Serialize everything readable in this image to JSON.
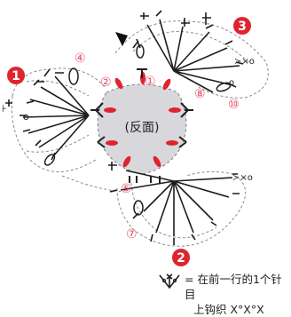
{
  "diagram": {
    "center_label": "(反面)",
    "center_label_parts": [
      "(",
      "反面",
      ")"
    ],
    "colors": {
      "marker_red": "#e0242f",
      "step_pink": "#e8506a",
      "stitch_ink": "#1e1e1e",
      "dash_gray": "#8a8a8a",
      "center_fill": "#d8d8dc"
    },
    "sections": [
      {
        "number": "1",
        "name": "section-1"
      },
      {
        "number": "2",
        "name": "section-2"
      },
      {
        "number": "3",
        "name": "section-3"
      }
    ],
    "steps": [
      "①",
      "②",
      "④",
      "⑤",
      "⑦",
      "⑧",
      "⑩"
    ],
    "stitch_symbol_x_o_x_o_x": "X°X°X",
    "start_marker_icon": "black-triangle-icon"
  },
  "legend": {
    "line1": "= 在前一行的1个针目",
    "line2": "上钩织 X°X°X"
  }
}
